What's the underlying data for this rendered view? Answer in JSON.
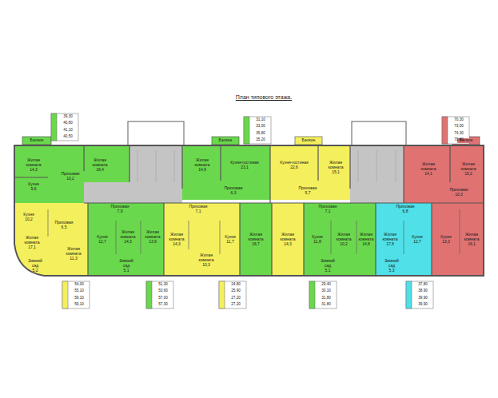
{
  "diagram": {
    "title": "План типового этажа.",
    "nodes": [
      {
        "text": [
          "Жилая комната",
          "14,3"
        ]
      },
      {
        "text": [
          "Жилая комната",
          "18,4"
        ]
      },
      {
        "text": [
          "Прихожая",
          "10,2"
        ]
      },
      {
        "text": [
          "Кухня",
          "9,6"
        ]
      },
      {
        "text": [
          "Балкон"
        ]
      },
      {
        "text": [
          "Балкон"
        ]
      },
      {
        "text": [
          "Жилая комната",
          "14,9"
        ]
      },
      {
        "text": [
          "Кухня-гостиная",
          "23,1"
        ]
      },
      {
        "text": [
          "Прихожая",
          "6,3"
        ]
      },
      {
        "text": [
          "Балкон"
        ]
      },
      {
        "text": [
          "Кухня-гостиная",
          "22,6"
        ]
      },
      {
        "text": [
          "Жилая комната",
          "15,1"
        ]
      },
      {
        "text": [
          "Прихожая",
          "5,7"
        ]
      },
      {
        "text": [
          "Балкон"
        ]
      },
      {
        "text": [
          "Жилая комната",
          "14,1"
        ]
      },
      {
        "text": [
          "Жилая комната",
          "15,2"
        ]
      },
      {
        "text": [
          "Прихожая",
          "10,3"
        ]
      },
      {
        "text": [
          "Кухня",
          "10,2"
        ]
      },
      {
        "text": [
          "Прихожая",
          "6,5"
        ]
      },
      {
        "text": [
          "Жилая комната",
          "17,1"
        ]
      },
      {
        "text": [
          "Жилая комната",
          "11,3"
        ]
      },
      {
        "text": [
          "Зимний сад",
          "5,2"
        ]
      },
      {
        "text": [
          "Прихожая",
          "7,9"
        ]
      },
      {
        "text": [
          "Кухня",
          "12,7"
        ]
      },
      {
        "text": [
          "Жилая комната",
          "14,3"
        ]
      },
      {
        "text": [
          "Жилая комната",
          "13,9"
        ]
      },
      {
        "text": [
          "Зимний сад",
          "5,1"
        ]
      },
      {
        "text": [
          "Прихожая",
          "7,1"
        ]
      },
      {
        "text": [
          "Жилая комната",
          "14,3"
        ]
      },
      {
        "text": [
          "Жилая комната",
          "10,3"
        ]
      },
      {
        "text": [
          "Кухня",
          "11,7"
        ]
      },
      {
        "text": [
          "Жилая комната",
          "16,7"
        ]
      },
      {
        "text": [
          "Жилая комната",
          "14,3"
        ]
      },
      {
        "text": [
          "Прихожая",
          "7,1"
        ]
      },
      {
        "text": [
          "Кухня",
          "11,8"
        ]
      },
      {
        "text": [
          "Жилая комната",
          "10,2"
        ]
      },
      {
        "text": [
          "Жилая комната",
          "14,8"
        ]
      },
      {
        "text": [
          "Зимний сад",
          "5,1"
        ]
      },
      {
        "text": [
          "Прихожая",
          "6,8"
        ]
      },
      {
        "text": [
          "Жилая комната",
          "17,8"
        ]
      },
      {
        "text": [
          "Кухня",
          "12,7"
        ]
      },
      {
        "text": [
          "Зимний сад",
          "5,3"
        ]
      },
      {
        "text": [
          "Кухня",
          "13,3"
        ]
      },
      {
        "text": [
          "Жилая комната",
          "16,1"
        ]
      }
    ],
    "labels": [
      "39,30",
      "40,80",
      "41,10",
      "40,50",
      "31,10",
      "33,00",
      "35,80",
      "35,20",
      "70,30",
      "73,00",
      "74,30",
      "70,80",
      "54,00",
      "55,10",
      "59,10",
      "59,10",
      "51,30",
      "53,60",
      "57,00",
      "57,30",
      "24,80",
      "25,90",
      "27,20",
      "27,20",
      "29,40",
      "30,10",
      "31,80",
      "31,80",
      "37,80",
      "38,90",
      "39,90",
      "39,90"
    ]
  }
}
